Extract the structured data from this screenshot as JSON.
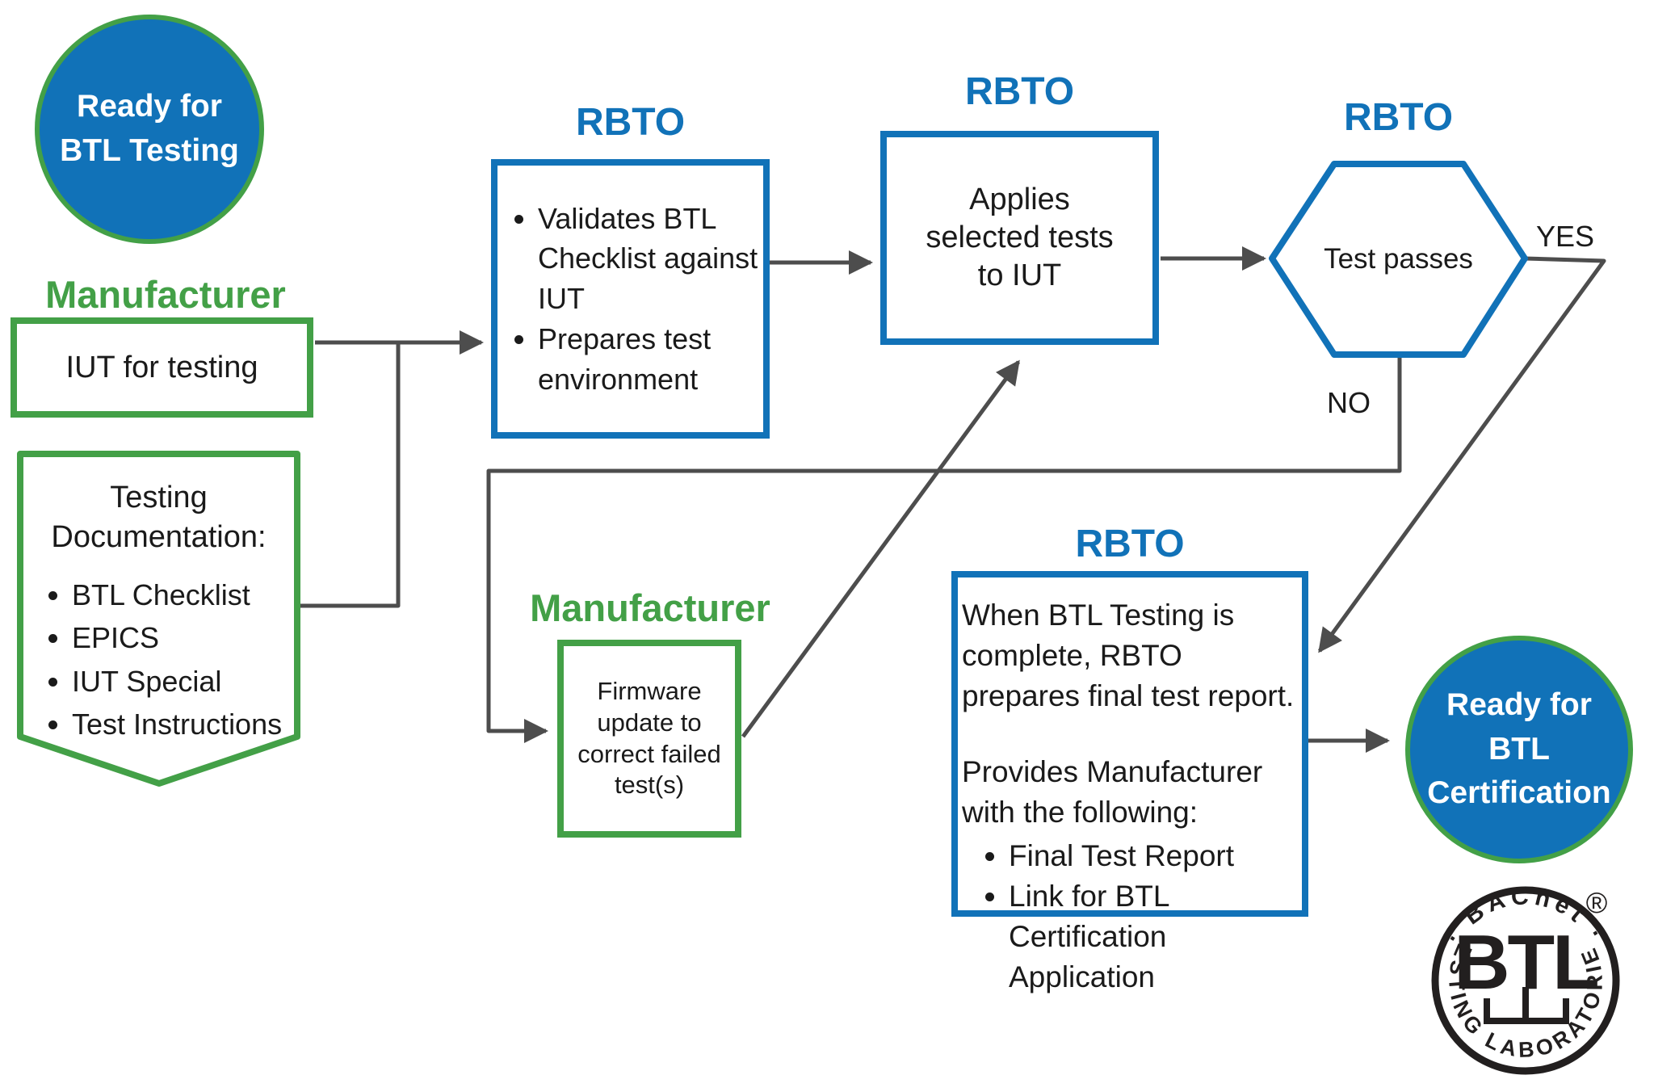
{
  "colors": {
    "blue": "#1172b8",
    "green": "#43a047",
    "arrow": "#4d4d4d",
    "text": "#1a1a1a",
    "circle_text": "#ffffff",
    "logo": "#221f1f"
  },
  "labels": {
    "rbto": "RBTO",
    "manufacturer": "Manufacturer",
    "yes": "YES",
    "no": "NO"
  },
  "start_circle": {
    "line1": "Ready for",
    "line2": "BTL Testing"
  },
  "iut_box": {
    "text": "IUT for testing"
  },
  "testing_docs": {
    "title_line1": "Testing",
    "title_line2": "Documentation:",
    "bullets": [
      "BTL Checklist",
      "EPICS",
      "IUT Special",
      "Test Instructions"
    ]
  },
  "validation_box": {
    "bullets": [
      "Validates BTL Checklist against IUT",
      "Prepares test environment"
    ]
  },
  "apply_box": {
    "line1": "Applies",
    "line2": "selected tests",
    "line3": "to IUT"
  },
  "decision": {
    "text": "Test passes"
  },
  "firmware_box": {
    "line1": "Firmware",
    "line2": "update to",
    "line3": "correct failed",
    "line4": "test(s)"
  },
  "report_box": {
    "para1": "When BTL Testing is complete, RBTO prepares final test report.",
    "para2": "Provides Manufacturer with the following:",
    "bullets": [
      "Final Test Report",
      "Link for BTL Certification Application"
    ]
  },
  "end_circle": {
    "line1": "Ready for",
    "line2": "BTL",
    "line3": "Certification"
  },
  "logo": {
    "center": "BTL",
    "arc_top": "· BACnet ·",
    "arc_around": "TESTING LABORATORIES",
    "registered": "®"
  }
}
